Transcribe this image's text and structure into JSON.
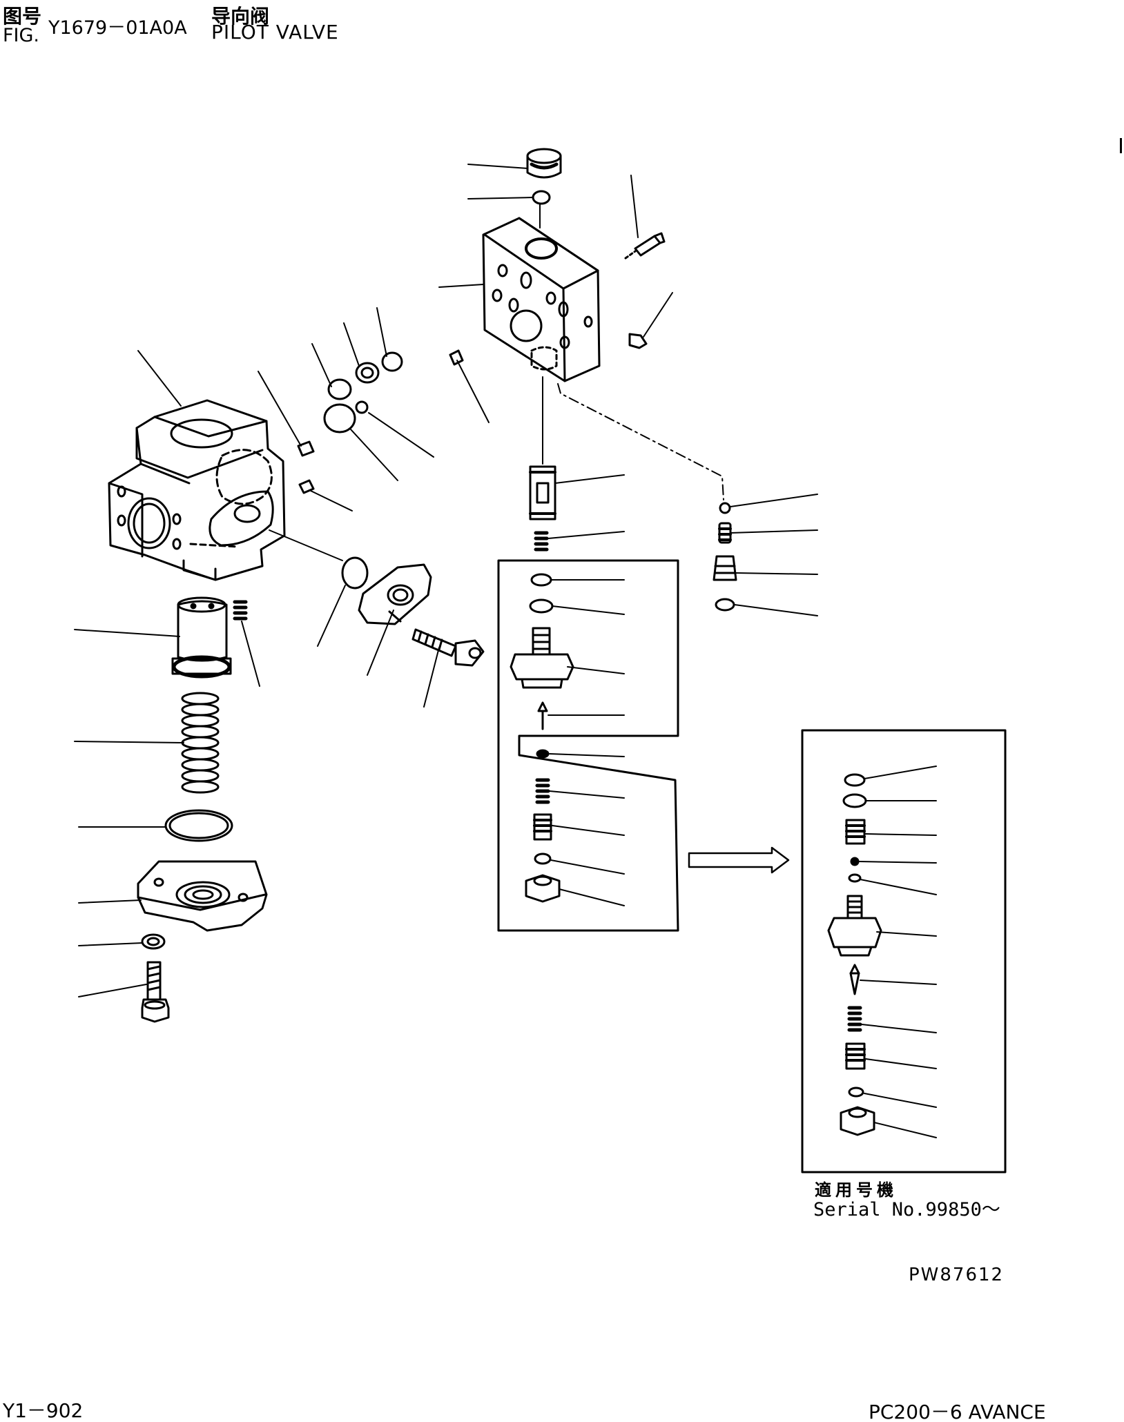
{
  "header": {
    "cn_label": "图号",
    "fig_label": "FIG.",
    "fig_number": "Y1679－01A0A",
    "title_cn": "导向阀",
    "title_en": "PILOT VALVE"
  },
  "inset": {
    "serial_cn": "適用号機",
    "serial_en": "Serial No.99850～"
  },
  "drawing_code": "PW87612",
  "footer": {
    "page": "Y1－902",
    "model": "PC200－6 AVANCE"
  },
  "colors": {
    "line": "#000000",
    "background": "#ffffff"
  }
}
